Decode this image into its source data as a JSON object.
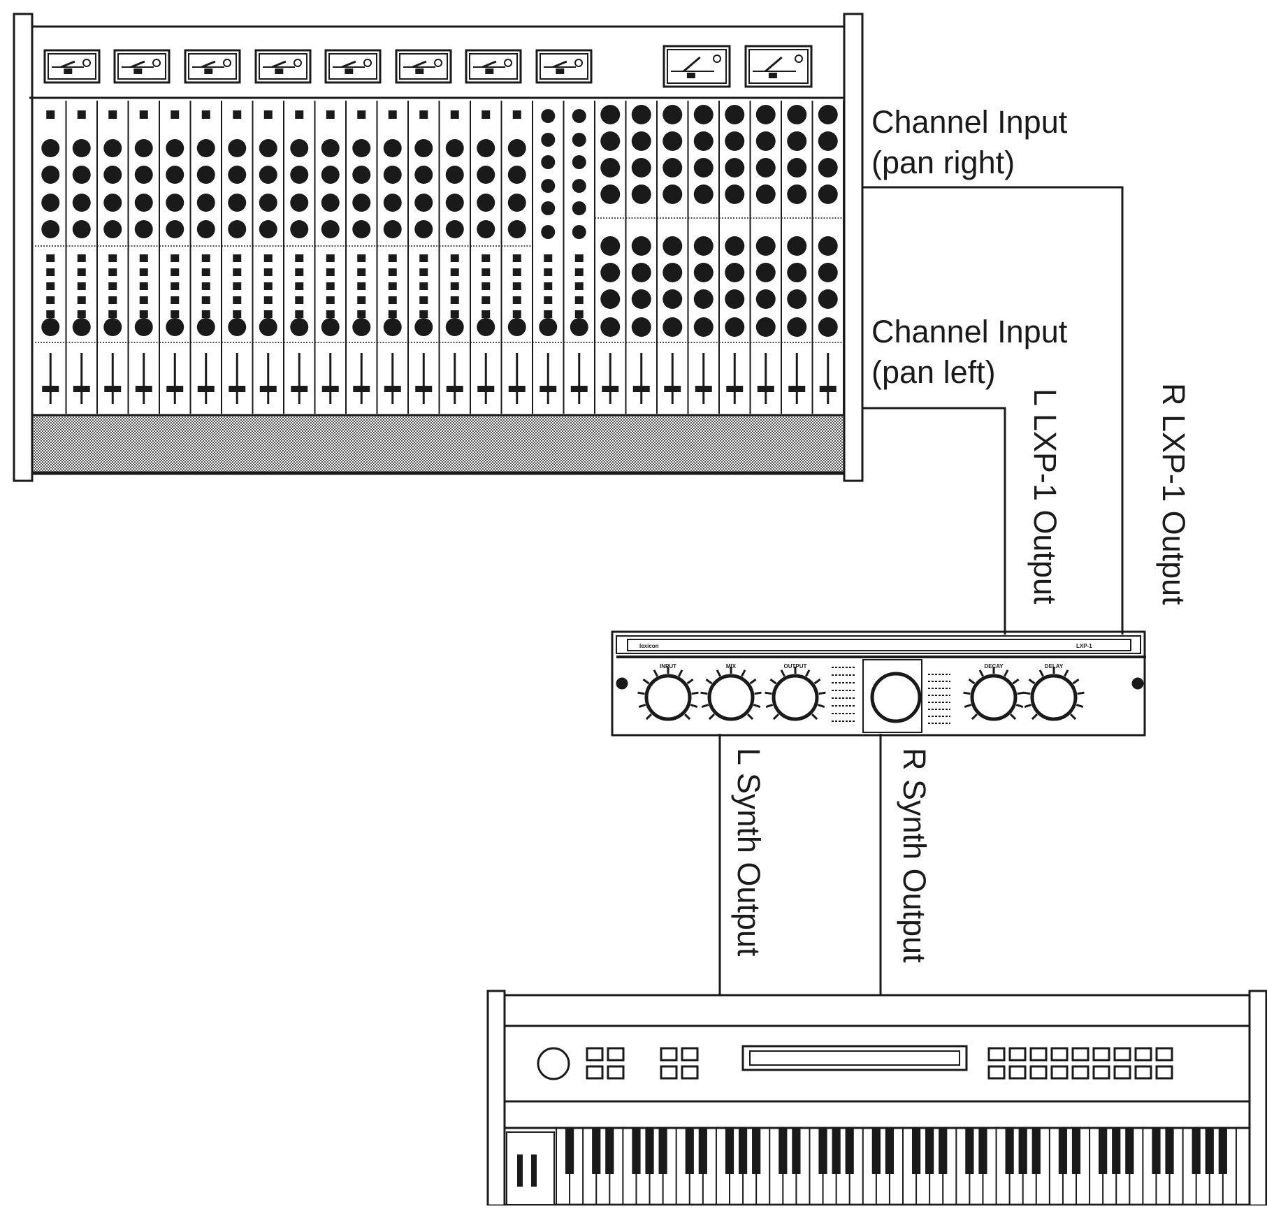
{
  "labels": {
    "channel_input_right_line1": "Channel Input",
    "channel_input_right_line2": "(pan right)",
    "channel_input_left_line1": "Channel Input",
    "channel_input_left_line2": "(pan left)",
    "l_lxp1_output": "L LXP-1 Output",
    "r_lxp1_output": "R LXP-1 Output",
    "l_synth_output": "L Synth Output",
    "r_synth_output": "R Synth Output"
  },
  "lxp1": {
    "brand": "lexicon",
    "model": "LXP-1",
    "knob_labels": [
      "INPUT",
      "MIX",
      "OUTPUT",
      "",
      "DECAY",
      "DELAY"
    ]
  },
  "colors": {
    "ink": "#1a1a1a",
    "paper": "#ffffff",
    "shade": "#bdbdbd"
  }
}
